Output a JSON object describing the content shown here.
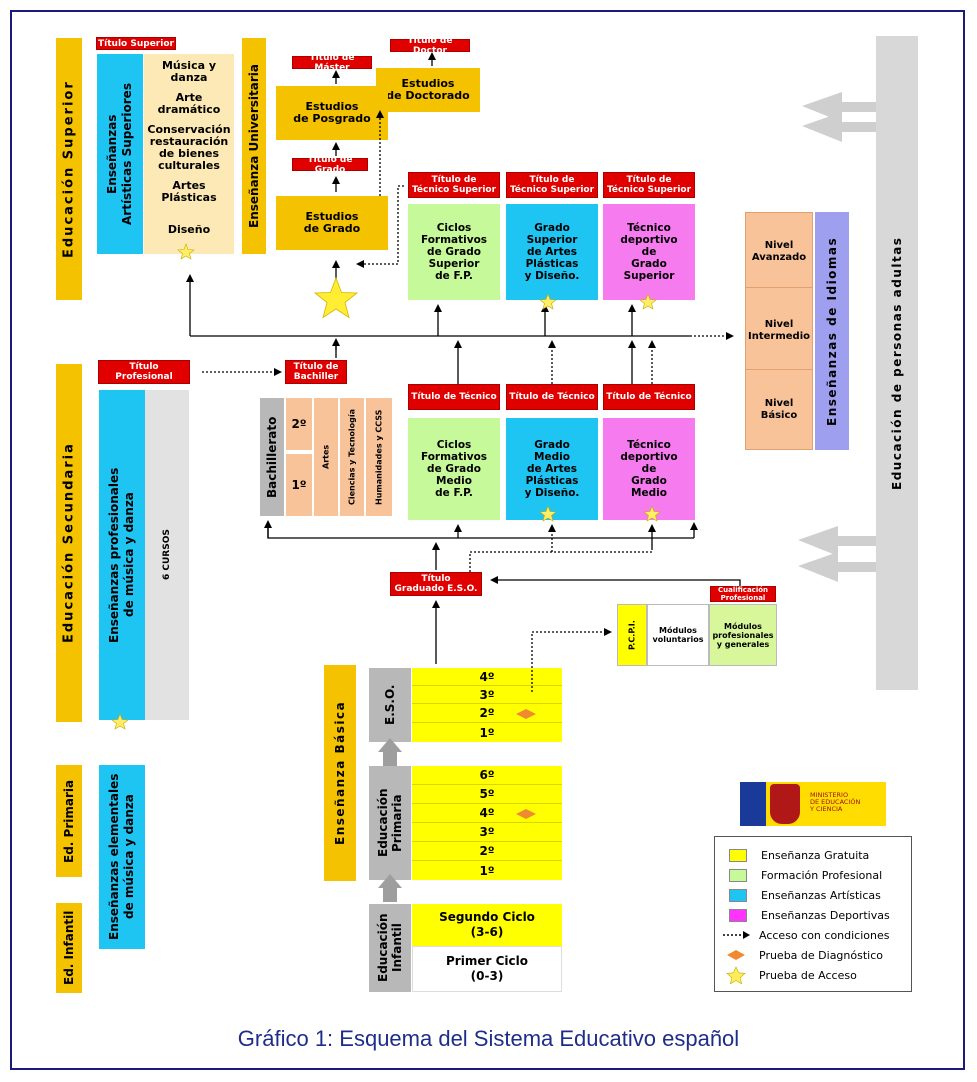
{
  "sections": {
    "superior": "Educación Superior",
    "universitaria": "Enseñanza Universitaria",
    "secundaria": "Educación Secundaria",
    "primaria": "Ed. Primaria",
    "infantil": "Ed. Infantil",
    "basica": "Enseñanza Básica",
    "adultos": "Educación de personas adultas",
    "idiomas": "Enseñanzas de Idiomas"
  },
  "artisticas": {
    "title_label": "Título Superior",
    "vertical": "Enseñanzas\nArtísticas Superiores",
    "items": [
      "Música y\ndanza",
      "Arte\ndramático",
      "Conservación\nrestauración\nde bienes\nculturales",
      "Artes\nPlásticas",
      "Diseño"
    ]
  },
  "universidad": {
    "master_label": "Título de Máster",
    "doctor_label": "Título de Doctor",
    "grado_label": "Título de Grado",
    "posgrado": "Estudios\nde Posgrado",
    "doctorado": "Estudios\nde Doctorado",
    "grado": "Estudios\nde Grado"
  },
  "superior_ciclos": {
    "label": "Título de\nTécnico Superior",
    "fp": "Ciclos\nFormativos\nde Grado\nSuperior\nde F.P.",
    "artes": "Grado\nSuperior\nde Artes\nPlásticas\ny Diseño.",
    "deportivo": "Técnico\ndeportivo\nde\nGrado\nSuperior"
  },
  "idiomas_niveles": [
    "Nivel\nAvanzado",
    "Nivel\nIntermedio",
    "Nivel\nBásico"
  ],
  "musica": {
    "title_label": "Título\nProfesional",
    "vertical": "Enseñanzas profesionales\nde música y danza",
    "cursos": "6 CURSOS"
  },
  "bachillerato": {
    "title_label": "Título de\nBachiller",
    "vertical": "Bachillerato",
    "years": [
      "2º",
      "1º"
    ],
    "modalidades": [
      "Artes",
      "Ciencias y Tecnología",
      "Humanidades y CCSS"
    ]
  },
  "medio_ciclos": {
    "label": "Título de Técnico",
    "fp": "Ciclos\nFormativos\nde Grado\nMedio\nde F.P.",
    "artes": "Grado\nMedio\nde Artes\nPlásticas\ny Diseño.",
    "deportivo": "Técnico\ndeportivo\nde\nGrado\nMedio"
  },
  "eso": {
    "title_label": "Título\nGraduado E.S.O.",
    "vertical": "E.S.O.",
    "years": [
      "4º",
      "3º",
      "2º",
      "1º"
    ]
  },
  "pcpi": {
    "label": "P.C.P.I.",
    "voluntarios": "Módulos\nvoluntarios",
    "profesionales": "Módulos\nprofesionales\ny generales",
    "cualificacion": "Cualificación\nProfesional"
  },
  "primaria": {
    "vertical": "Educación\nPrimaria",
    "years": [
      "6º",
      "5º",
      "4º",
      "3º",
      "2º",
      "1º"
    ]
  },
  "infantil": {
    "vertical": "Educación\nInfantil",
    "segundo": "Segundo Ciclo\n(3-6)",
    "primero": "Primer Ciclo\n(0-3)"
  },
  "elementales": "Enseñanzas elementales\nde música y danza",
  "ministerio": "MINISTERIO\nDE EDUCACIÓN\nY CIENCIA",
  "legend": [
    {
      "label": "Enseñanza Gratuita",
      "color": "#ffff00"
    },
    {
      "label": "Formación Profesional",
      "color": "#c6f99a"
    },
    {
      "label": "Enseñanzas Artísticas",
      "color": "#1ec4f2"
    },
    {
      "label": "Enseñanzas Deportivas",
      "color": "#ff33ff"
    },
    {
      "label": "Acceso con condiciones",
      "icon": "dotted-arrow-icon"
    },
    {
      "label": "Prueba de Diagnóstico",
      "icon": "diamond-icon"
    },
    {
      "label": "Prueba de Acceso",
      "icon": "star-icon"
    }
  ],
  "caption": "Gráfico 1:  Esquema del Sistema Educativo español"
}
